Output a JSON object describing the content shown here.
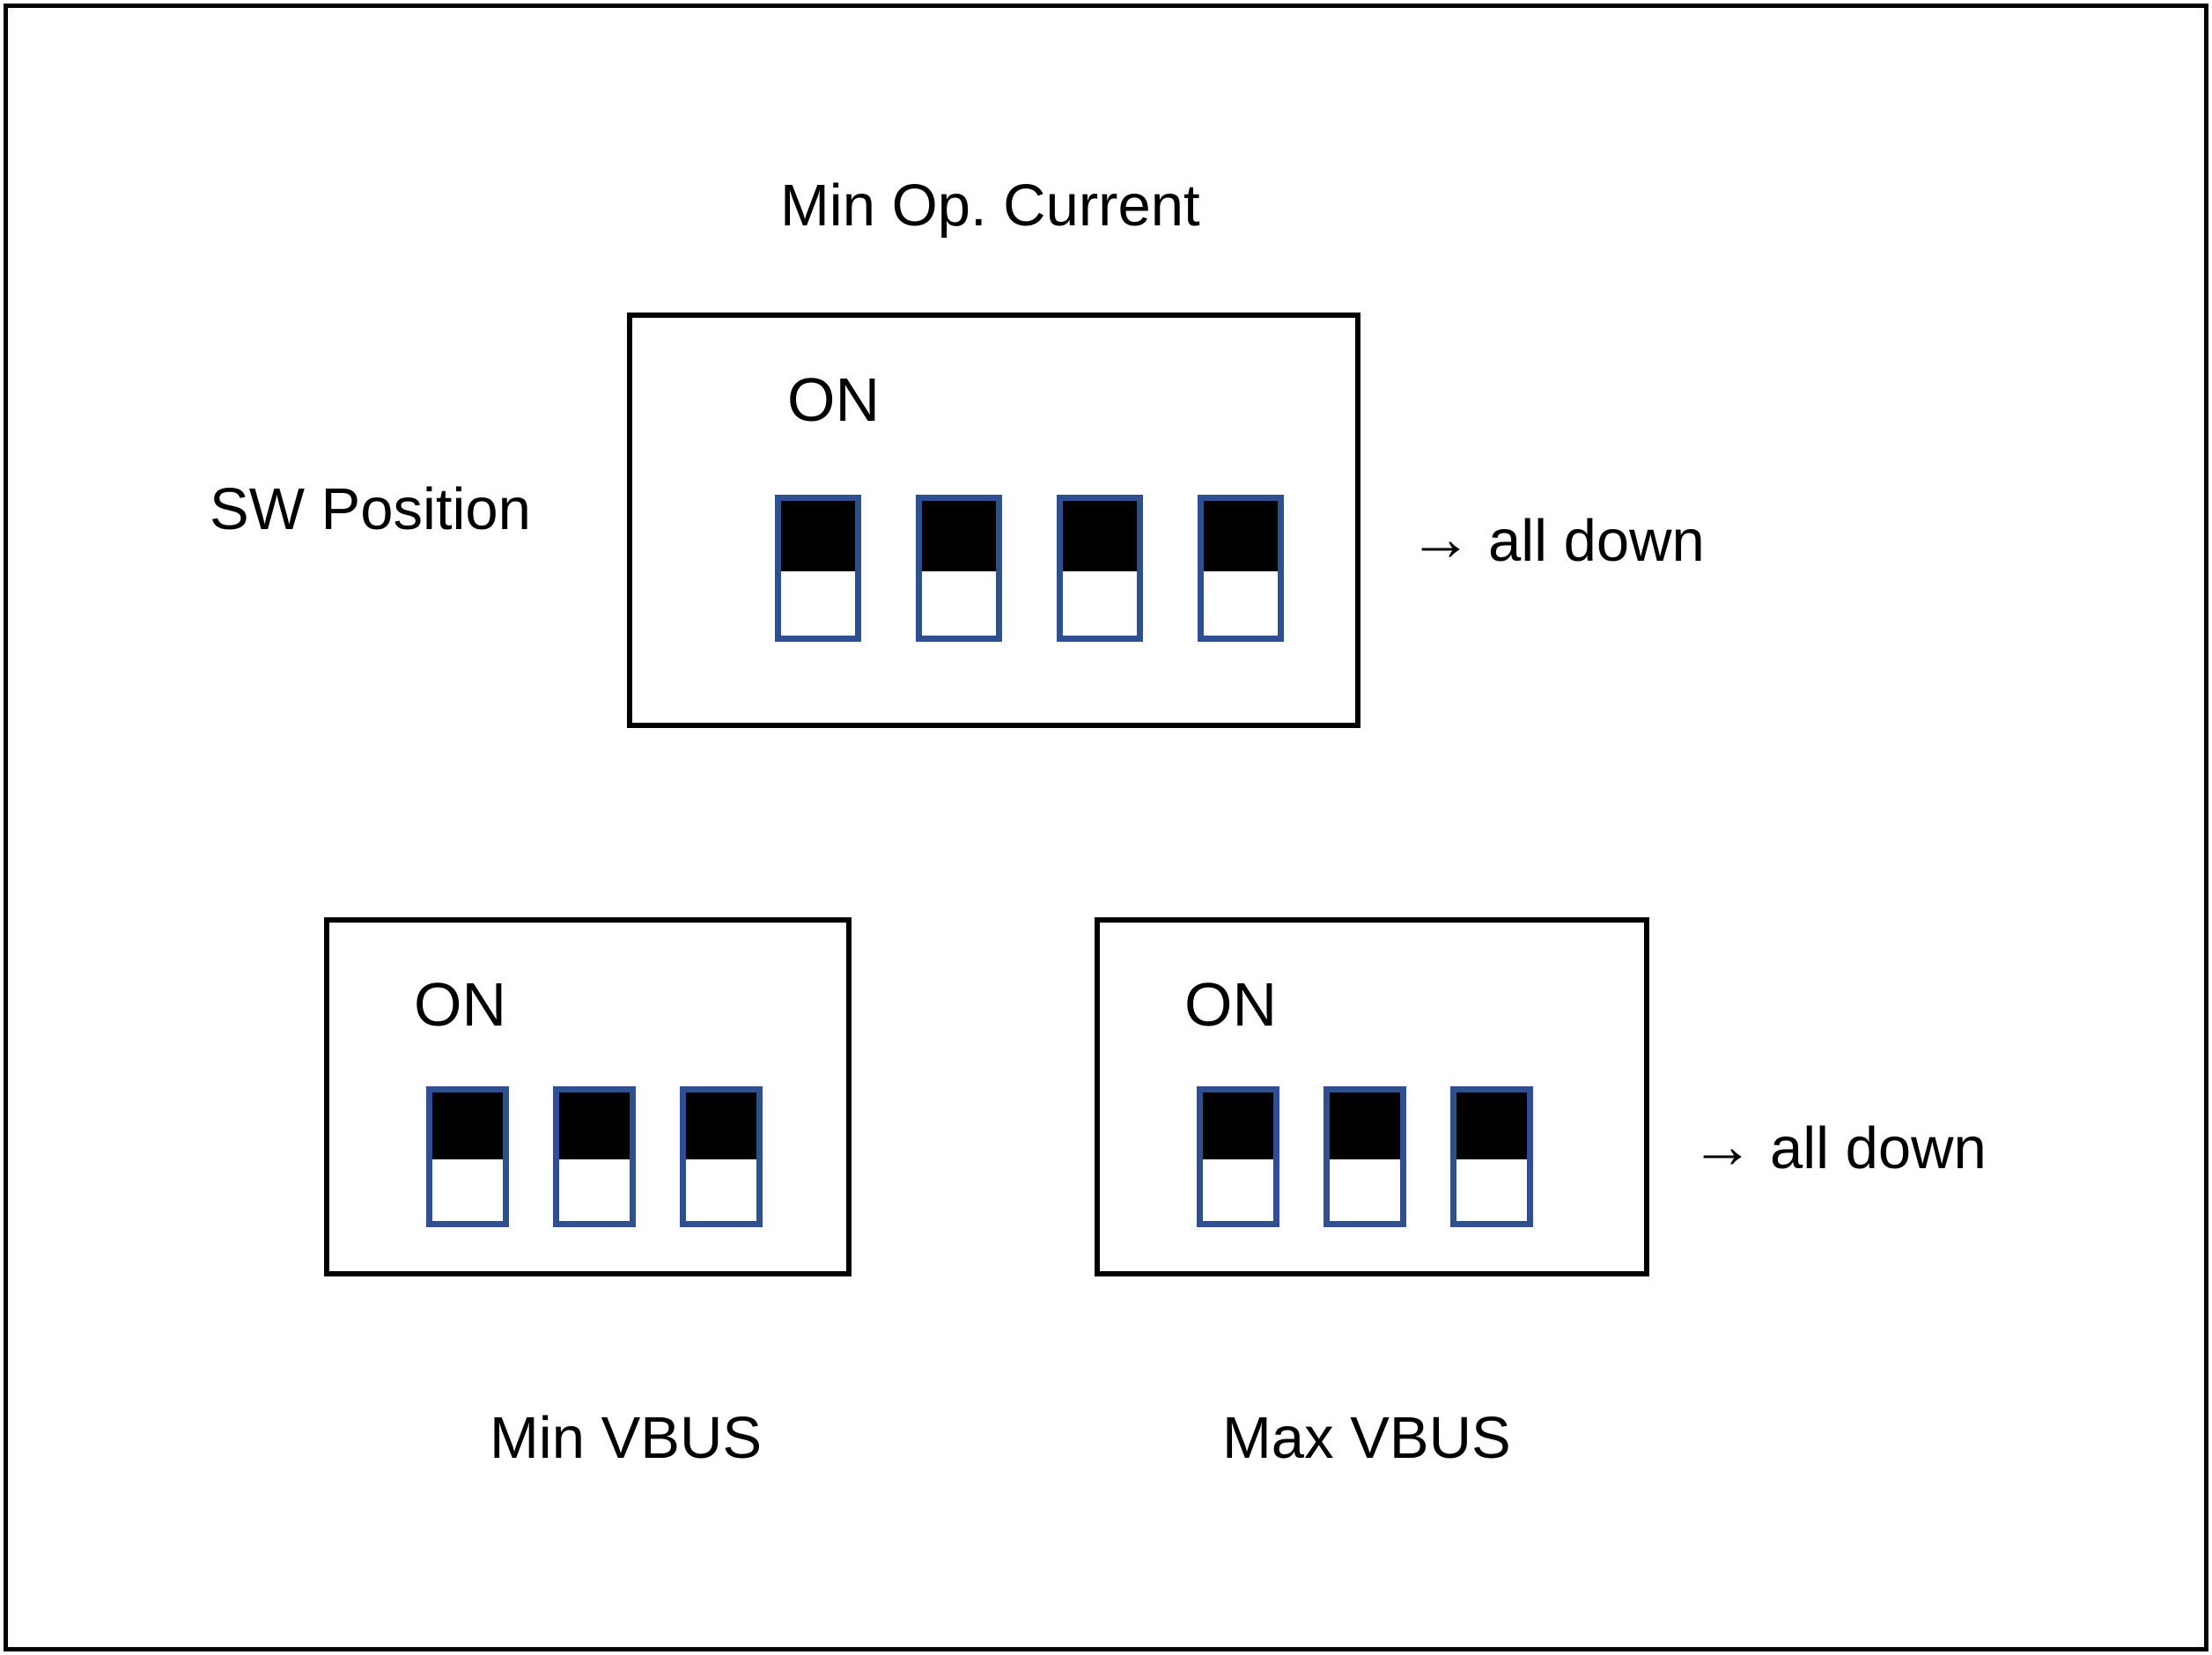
{
  "diagram": {
    "title": "Min Op. Current",
    "side_label": "SW Position",
    "banks": [
      {
        "id": "min-op-current",
        "on_label": "ON",
        "caption": "",
        "note": "all down",
        "note_arrow": "→",
        "switch_count": 4,
        "switches": [
          {
            "index": 1,
            "position": "down"
          },
          {
            "index": 2,
            "position": "down"
          },
          {
            "index": 3,
            "position": "down"
          },
          {
            "index": 4,
            "position": "down"
          }
        ]
      },
      {
        "id": "min-vbus",
        "on_label": "ON",
        "caption": "Min VBUS",
        "note": "",
        "note_arrow": "",
        "switch_count": 3,
        "switches": [
          {
            "index": 1,
            "position": "down"
          },
          {
            "index": 2,
            "position": "down"
          },
          {
            "index": 3,
            "position": "down"
          }
        ]
      },
      {
        "id": "max-vbus",
        "on_label": "ON",
        "caption": "Max VBUS",
        "note": "all down",
        "note_arrow": "→",
        "switch_count": 3,
        "switches": [
          {
            "index": 1,
            "position": "down"
          },
          {
            "index": 2,
            "position": "down"
          },
          {
            "index": 3,
            "position": "down"
          }
        ]
      }
    ],
    "colors": {
      "switch_border": "#2E5090",
      "switch_filled": "#000000",
      "switch_empty": "#ffffff",
      "box_border": "#000000",
      "text": "#000000",
      "background": "#ffffff"
    }
  }
}
